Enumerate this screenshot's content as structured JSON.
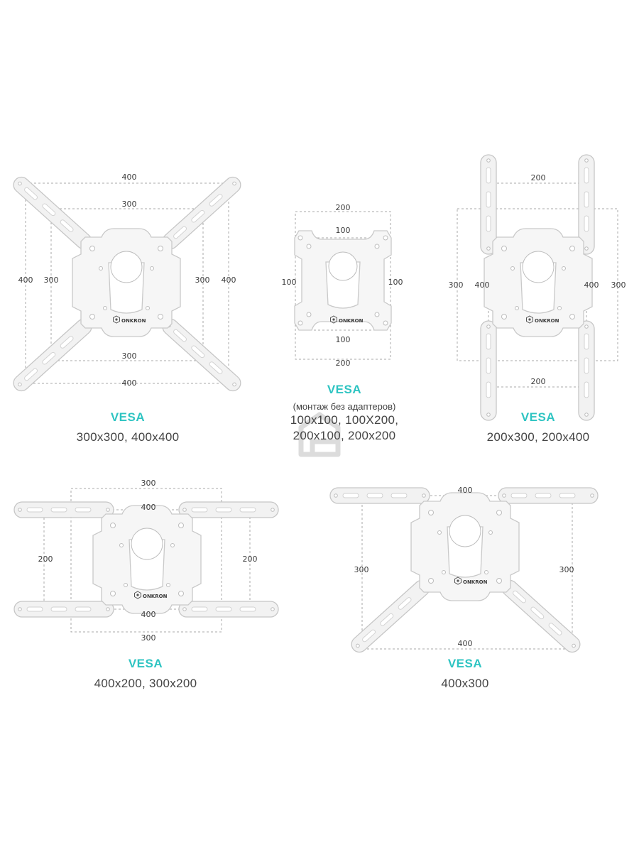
{
  "colors": {
    "accent": "#2ec4c2",
    "text": "#444444",
    "plate": "#f6f6f6",
    "outline": "#c9c9c9"
  },
  "panels": [
    {
      "id": "vesa-300-400",
      "dims": {
        "top_outer": "400",
        "top_inner": "300",
        "bottom_inner": "300",
        "bottom_outer": "400",
        "left_outer": "400",
        "left_inner": "300",
        "right_inner": "300",
        "right_outer": "400"
      },
      "logo": "ONKRON",
      "title": "VESA",
      "sizes": "300x300, 400x400"
    },
    {
      "id": "vesa-100-200",
      "dims": {
        "top_outer": "200",
        "top_inner": "100",
        "bottom_inner": "100",
        "bottom_outer": "200",
        "left": "100",
        "right": "100"
      },
      "logo": "ONKRON",
      "title": "VESA",
      "note": "(монтаж без адаптеров)",
      "sizes_line1": "100x100, 100X200,",
      "sizes_line2": "200x100, 200x200"
    },
    {
      "id": "vesa-200-300-400",
      "dims": {
        "top": "200",
        "bottom": "200",
        "left_outer": "300",
        "left_inner": "400",
        "right_inner": "400",
        "right_outer": "300"
      },
      "logo": "ONKRON",
      "title": "VESA",
      "sizes": "200x300, 200x400"
    },
    {
      "id": "vesa-400-300-200",
      "dims": {
        "top_outer": "300",
        "top_inner": "400",
        "bottom_inner": "400",
        "bottom_outer": "300",
        "left": "200",
        "right": "200"
      },
      "logo": "ONKRON",
      "title": "VESA",
      "sizes": "400x200, 300x200"
    },
    {
      "id": "vesa-400x300",
      "dims": {
        "top": "400",
        "bottom": "400",
        "left": "300",
        "right": "300"
      },
      "logo": "ONKRON",
      "title": "VESA",
      "sizes": "400x300"
    }
  ]
}
